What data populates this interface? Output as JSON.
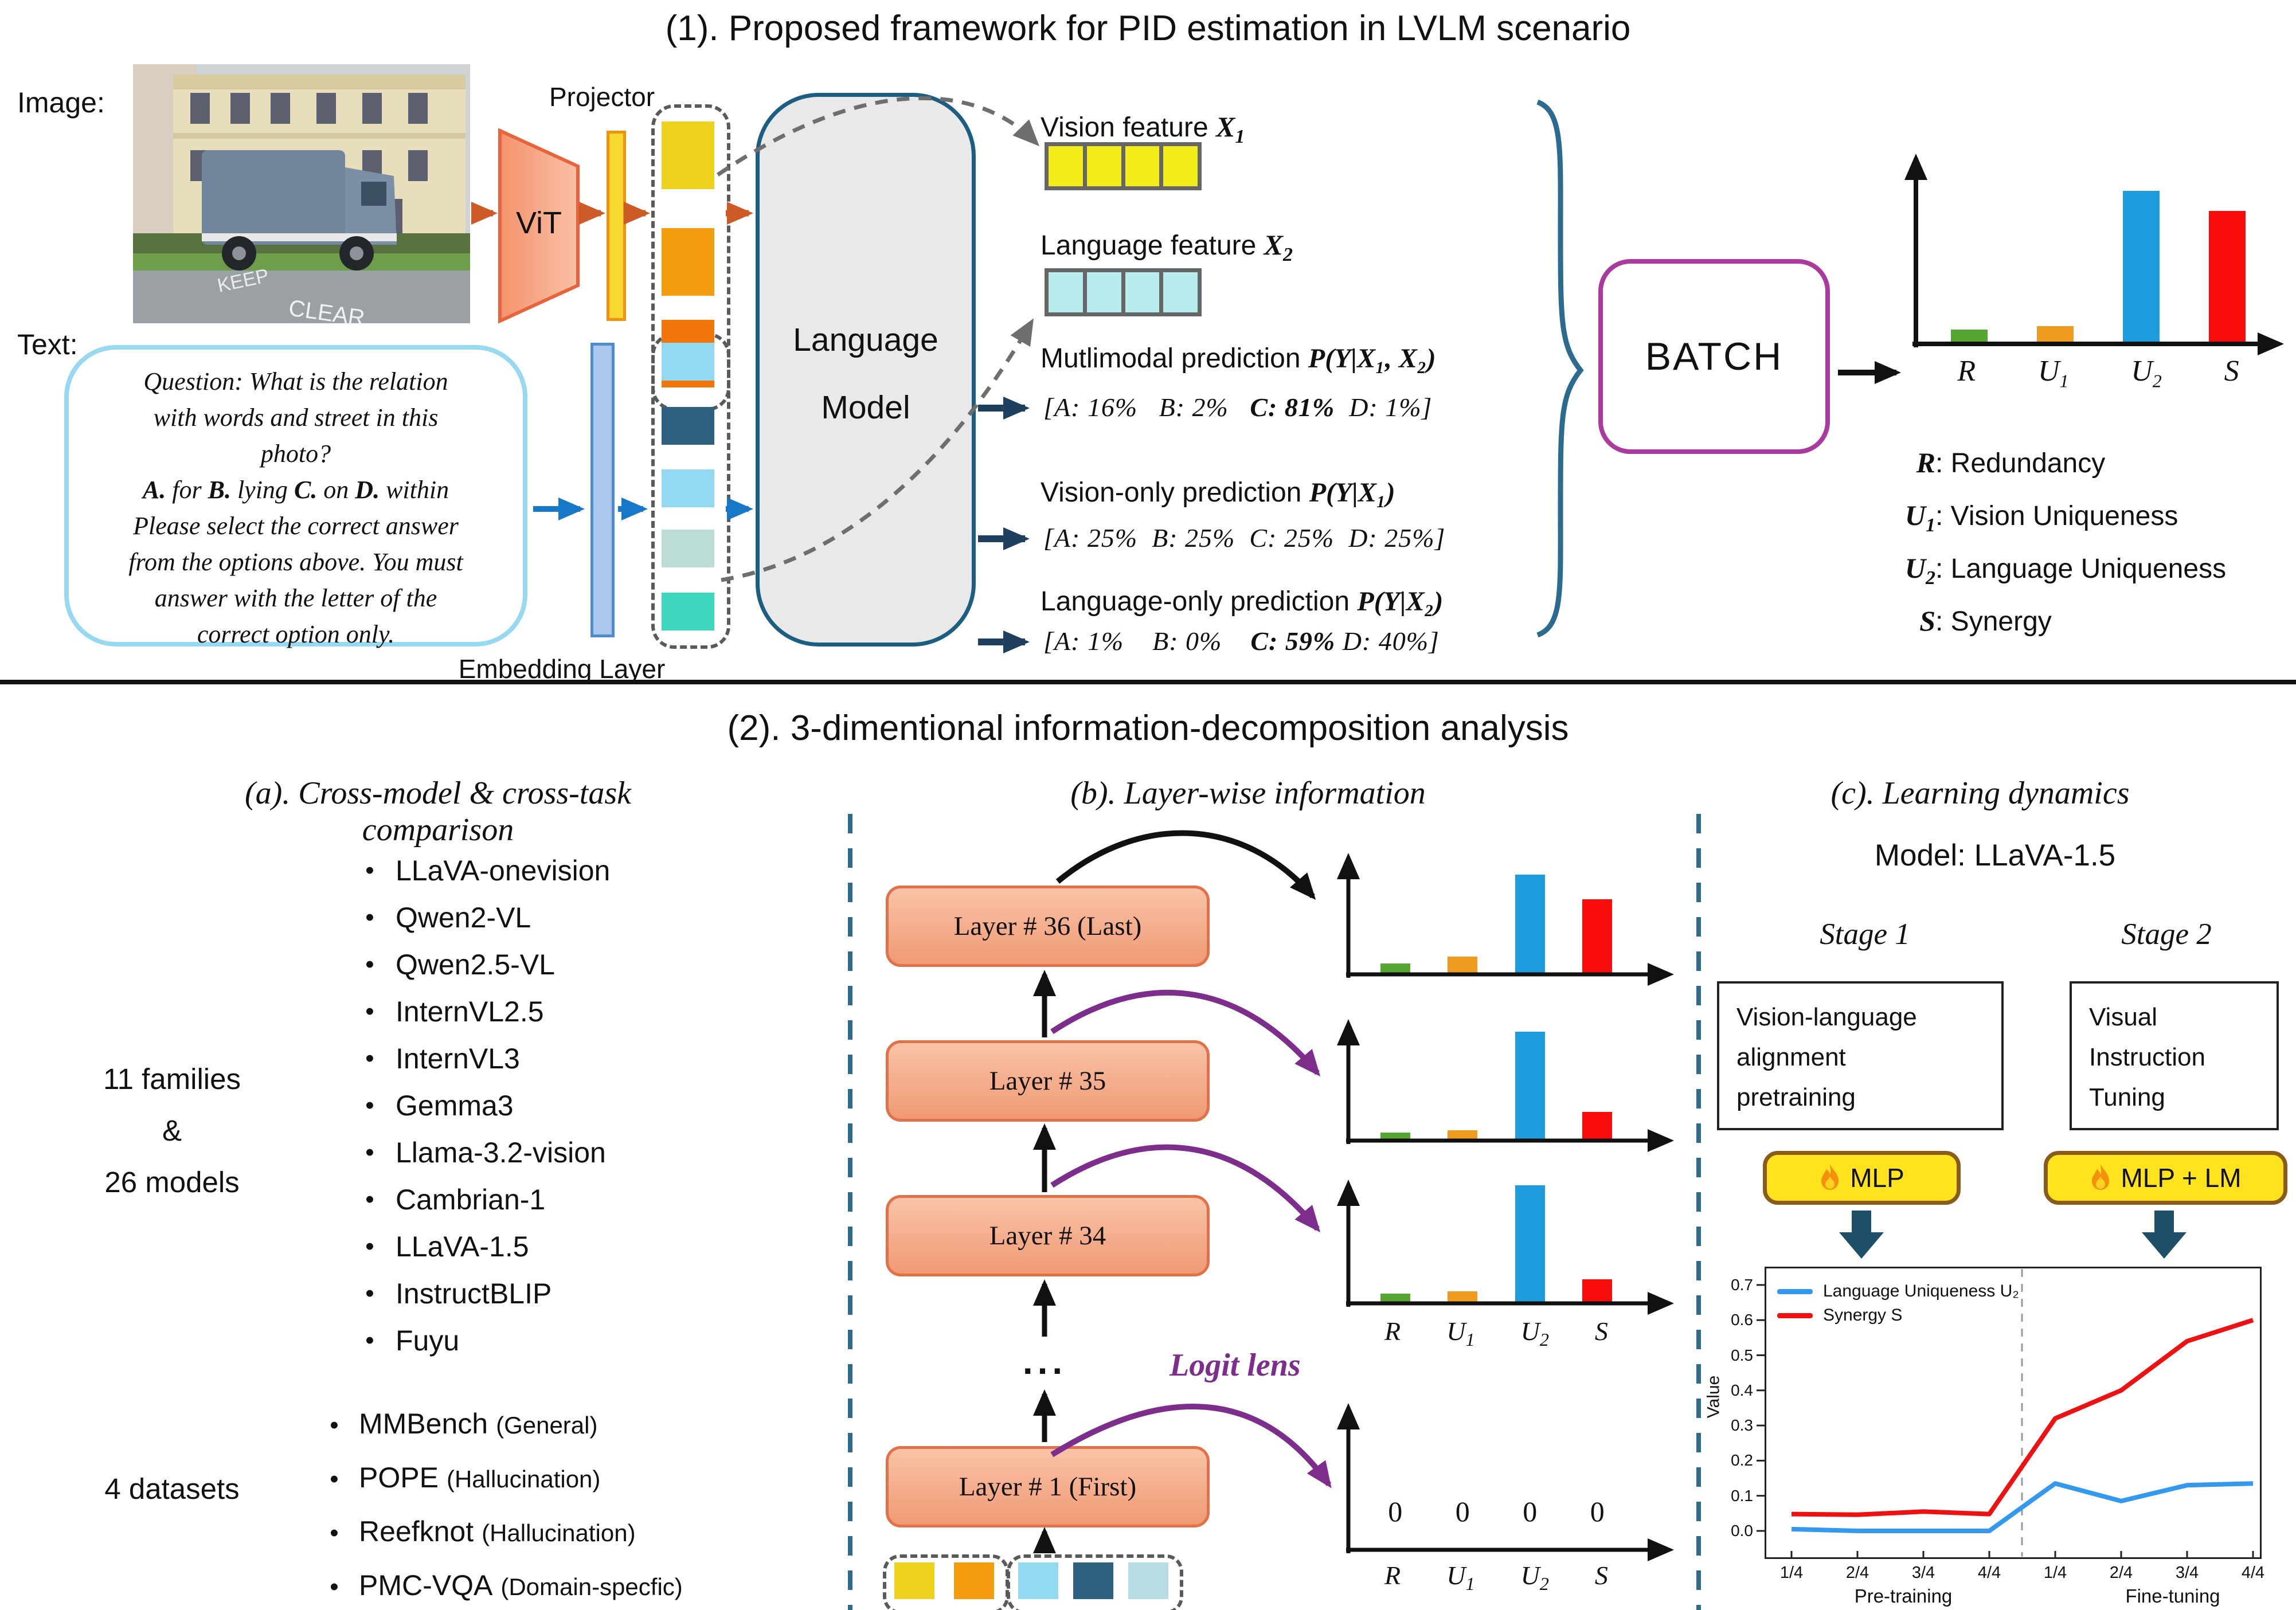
{
  "s1": {
    "title": "(1). Proposed framework for PID estimation in LVLM scenario",
    "image_label": "Image:",
    "text_label": "Text:",
    "projector": "Projector",
    "vit": "ViT",
    "lm_line1": "Language",
    "lm_line2": "Model",
    "embedding": "Embedding Layer",
    "photo": {
      "road_text_1": "KEEP",
      "road_text_2": "CLEAR"
    },
    "bubble_lines": [
      [
        {
          "t": "Question: What is the relation",
          "b": false
        }
      ],
      [
        {
          "t": "with words and street in this",
          "b": false
        }
      ],
      [
        {
          "t": "photo?",
          "b": false
        }
      ],
      [
        {
          "t": "A.",
          "b": true
        },
        {
          "t": " for ",
          "b": false
        },
        {
          "t": "B.",
          "b": true
        },
        {
          "t": " lying ",
          "b": false
        },
        {
          "t": "C.",
          "b": true
        },
        {
          "t": " on ",
          "b": false
        },
        {
          "t": "D.",
          "b": true
        },
        {
          "t": " within",
          "b": false
        }
      ],
      [
        {
          "t": "Please select the correct answer",
          "b": false
        }
      ],
      [
        {
          "t": "from the options above. You must",
          "b": false
        }
      ],
      [
        {
          "t": "answer with the letter of the",
          "b": false
        }
      ],
      [
        {
          "t": "correct option only.",
          "b": false
        }
      ]
    ],
    "vision_feature": {
      "prefix": "Vision feature ",
      "sym": "X",
      "sub": "1"
    },
    "language_feature": {
      "prefix": "Language feature ",
      "sym": "X",
      "sub": "2"
    },
    "predictions": [
      {
        "prefix": "Mutlimodal prediction ",
        "math": "P(Y|X₁, X₂)",
        "values": [
          {
            "t": "[A: 16%   B: 2%   ",
            "b": false
          },
          {
            "t": "C: 81%",
            "b": true
          },
          {
            "t": "  D: 1%]",
            "b": false
          }
        ]
      },
      {
        "prefix": "Vision-only prediction ",
        "math": "P(Y|X₁)",
        "values": [
          {
            "t": "[A: 25%  B: 25%  C: 25%  D: 25%]",
            "b": false
          }
        ]
      },
      {
        "prefix": "Language-only prediction ",
        "math": "P(Y|X₂)",
        "values": [
          {
            "t": "[A: 1%    B: 0%    ",
            "b": false
          },
          {
            "t": "C: 59%",
            "b": true
          },
          {
            "t": " D: 40%]",
            "b": false
          }
        ]
      }
    ],
    "batch": "BATCH",
    "legend": [
      {
        "sym": "R",
        "sub": "",
        "desc": ": Redundancy"
      },
      {
        "sym": "U",
        "sub": "1",
        "desc": ": Vision Uniqueness"
      },
      {
        "sym": "U",
        "sub": "2",
        "desc": ": Language Uniqueness"
      },
      {
        "sym": "S",
        "sub": "",
        "desc": ": Synergy"
      }
    ]
  },
  "s2": {
    "title": "(2). 3-dimentional information-decomposition analysis",
    "a": {
      "header": "(a). Cross-model & cross-task comparison",
      "families": [
        "11 families",
        "&",
        "26 models"
      ],
      "models": [
        "LLaVA-onevision",
        "Qwen2-VL",
        "Qwen2.5-VL",
        "InternVL2.5",
        "InternVL3",
        "Gemma3",
        "Llama-3.2-vision",
        "Cambrian-1",
        "LLaVA-1.5",
        "InstructBLIP",
        "Fuyu"
      ],
      "datasets_label": "4 datasets",
      "datasets": [
        {
          "name": "MMBench",
          "tag": "(General)"
        },
        {
          "name": "POPE",
          "tag": "(Hallucination)"
        },
        {
          "name": "Reefknot",
          "tag": "(Hallucination)"
        },
        {
          "name": "PMC-VQA",
          "tag": "(Domain-specfic)"
        }
      ]
    },
    "b": {
      "header": "(b). Layer-wise information",
      "layers": [
        "Layer # 36 (Last)",
        "Layer # 35",
        "Layer # 34",
        "Layer # 1 (First)"
      ],
      "dots": "...",
      "logit": "Logit lens",
      "zeros": [
        "0",
        "0",
        "0",
        "0"
      ]
    },
    "c": {
      "header": "(c). Learning dynamics",
      "model": "Model: LLaVA-1.5",
      "stage1": "Stage 1",
      "stage2": "Stage 2",
      "box1": [
        "Vision-language",
        "alignment",
        "pretraining"
      ],
      "box2": [
        "Visual",
        "Instruction",
        "Tuning"
      ],
      "btn1": "MLP",
      "btn2": "MLP + LM",
      "pretrain_label": "Pre-training",
      "finetune_label": "Fine-tuning",
      "value_label": "Value"
    }
  },
  "chart_data": [
    {
      "id": "pid_batch",
      "type": "bar",
      "categories": [
        "R",
        "U1",
        "U2",
        "S"
      ],
      "values": [
        0.08,
        0.1,
        0.92,
        0.8
      ],
      "colors": [
        "#56a633",
        "#ef9b1f",
        "#1f9cde",
        "#f80c0c"
      ],
      "title": "",
      "xlabel": "",
      "ylabel": "",
      "units": "relative height, no scale shown"
    },
    {
      "id": "layer36",
      "type": "bar",
      "categories": [
        "R",
        "U1",
        "U2",
        "S"
      ],
      "values": [
        0.09,
        0.15,
        0.89,
        0.67
      ],
      "colors": [
        "#56a633",
        "#ef9b1f",
        "#1f9cde",
        "#f80c0c"
      ],
      "units": "relative"
    },
    {
      "id": "layer35",
      "type": "bar",
      "categories": [
        "R",
        "U1",
        "U2",
        "S"
      ],
      "values": [
        0.06,
        0.08,
        0.95,
        0.24
      ],
      "colors": [
        "#56a633",
        "#ef9b1f",
        "#1f9cde",
        "#f80c0c"
      ],
      "units": "relative"
    },
    {
      "id": "layer34",
      "type": "bar",
      "categories": [
        "R",
        "U1",
        "U2",
        "S"
      ],
      "values": [
        0.07,
        0.09,
        0.98,
        0.19
      ],
      "colors": [
        "#56a633",
        "#ef9b1f",
        "#1f9cde",
        "#f80c0c"
      ],
      "units": "relative"
    },
    {
      "id": "layer1",
      "type": "bar",
      "categories": [
        "R",
        "U1",
        "U2",
        "S"
      ],
      "values": [
        0,
        0,
        0,
        0
      ],
      "colors": [
        "#56a633",
        "#ef9b1f",
        "#1f9cde",
        "#f80c0c"
      ],
      "units": "relative",
      "annotation": "0 0 0 0"
    },
    {
      "id": "learning_dynamics",
      "type": "line",
      "x": [
        "1/4",
        "2/4",
        "3/4",
        "4/4",
        "1/4",
        "2/4",
        "3/4",
        "4/4"
      ],
      "series": [
        {
          "name": "Language Uniqueness U₂",
          "color": "#3399ee",
          "values": [
            0.005,
            0.0,
            0.0,
            0.0,
            0.135,
            0.085,
            0.13,
            0.135
          ]
        },
        {
          "name": "Synergy S",
          "color": "#ee1111",
          "values": [
            0.048,
            0.046,
            0.055,
            0.048,
            0.32,
            0.4,
            0.54,
            0.6
          ]
        }
      ],
      "ylabel": "Value",
      "yticks": [
        0.0,
        0.1,
        0.2,
        0.3,
        0.4,
        0.5,
        0.6,
        0.7
      ],
      "ylim": [
        -0.05,
        0.75
      ],
      "xgroup": [
        "Pre-training",
        "Fine-tuning"
      ],
      "vline_after_index": 3,
      "legend_position": "upper left",
      "grid": false
    }
  ]
}
